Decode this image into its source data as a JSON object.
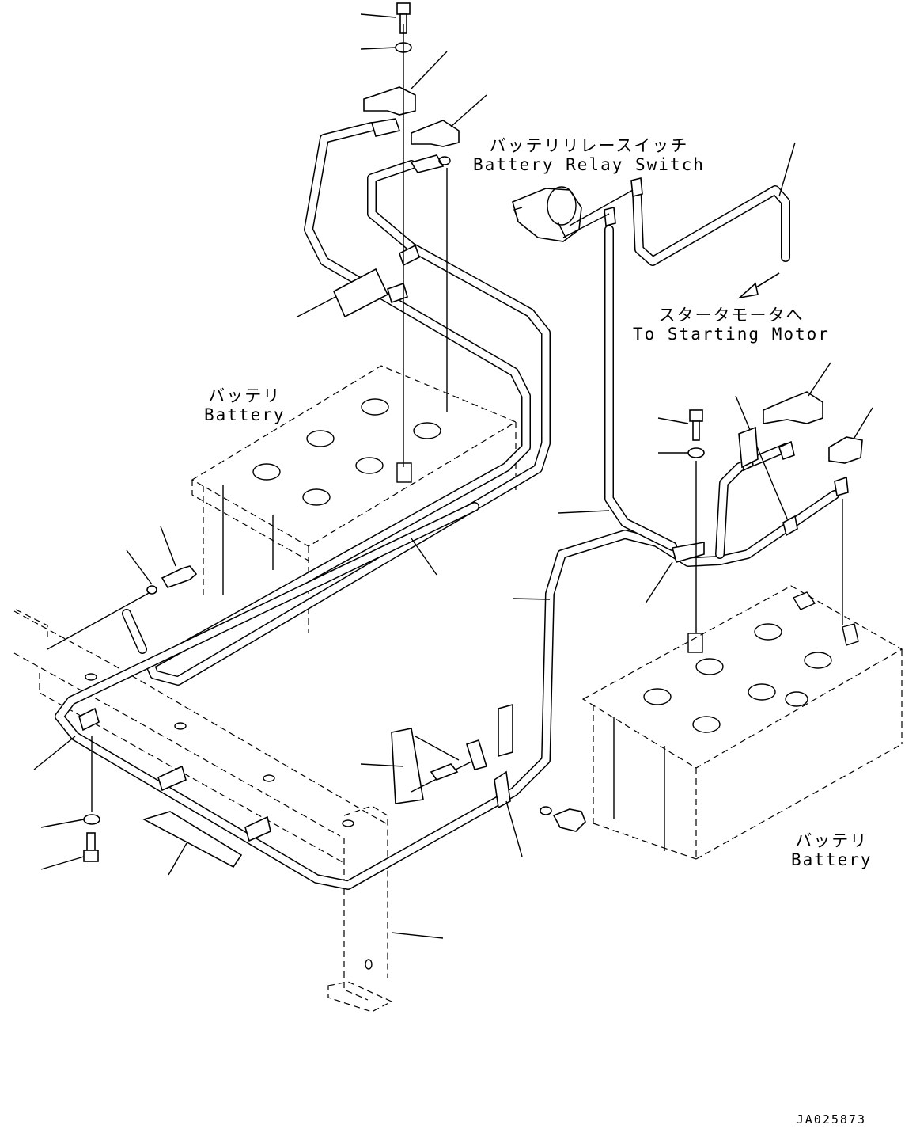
{
  "labels": {
    "battery_relay_switch": {
      "jp": "バッテリリレースイッチ",
      "en": "Battery Relay Switch"
    },
    "starting_motor": {
      "jp": "スタータモータへ",
      "en": "To Starting Motor"
    },
    "battery_left": {
      "jp": "バッテリ",
      "en": "Battery"
    },
    "battery_right": {
      "jp": "バッテリ",
      "en": "Battery"
    }
  },
  "drawing_code": "JA025873"
}
